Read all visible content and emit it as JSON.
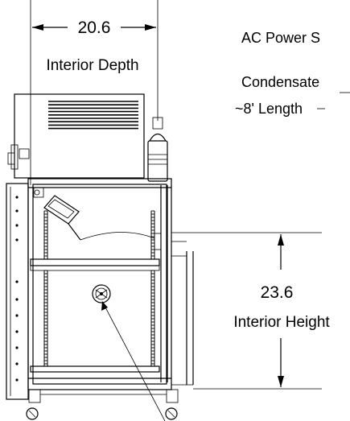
{
  "depth": {
    "value": "20.6",
    "label": "Interior Depth"
  },
  "height": {
    "value": "23.6",
    "label": "Interior Height"
  },
  "callouts": {
    "power": "AC Power S",
    "condensate": "Condensate",
    "length": "~8' Length"
  }
}
